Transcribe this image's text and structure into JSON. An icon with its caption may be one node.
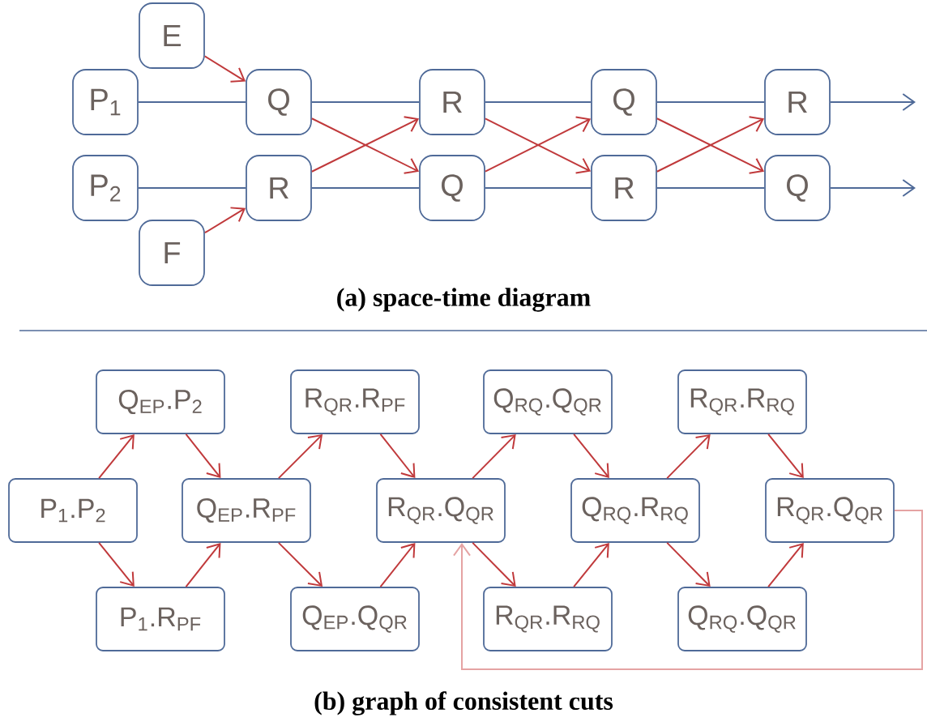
{
  "diagram": {
    "nodes": [
      {
        "text": [
          "E"
        ]
      },
      {
        "text": [
          "P$_{1}$"
        ]
      },
      {
        "text": [
          "P$_{2}$"
        ]
      },
      {
        "text": [
          "F"
        ]
      },
      {
        "text": [
          "Q"
        ]
      },
      {
        "text": [
          "R"
        ]
      },
      {
        "text": [
          "R"
        ]
      },
      {
        "text": [
          "Q"
        ]
      },
      {
        "text": [
          "Q"
        ]
      },
      {
        "text": [
          "R"
        ]
      },
      {
        "text": [
          "R"
        ]
      },
      {
        "text": [
          "Q"
        ]
      },
      {
        "text": [
          "Q$_{EP}$.P$_{2}$"
        ]
      },
      {
        "text": [
          "R$_{QR}$.R$_{PF}$"
        ]
      },
      {
        "text": [
          "Q$_{RQ}$.Q$_{QR}$"
        ]
      },
      {
        "text": [
          "R$_{QR}$.R$_{RQ}$"
        ]
      },
      {
        "text": [
          "P$_{1}$.P$_{2}$"
        ]
      },
      {
        "text": [
          "Q$_{EP}$.R$_{PF}$"
        ]
      },
      {
        "text": [
          "R$_{QR}$.Q$_{QR}$"
        ]
      },
      {
        "text": [
          "Q$_{RQ}$.R$_{RQ}$"
        ]
      },
      {
        "text": [
          "R$_{QR}$.Q$_{QR}$"
        ]
      },
      {
        "text": [
          "P$_{1}$.R$_{PF}$"
        ]
      },
      {
        "text": [
          "Q$_{EP}$.Q$_{QR}$"
        ]
      },
      {
        "text": [
          "R$_{QR}$.R$_{RQ}$"
        ]
      },
      {
        "text": [
          "Q$_{RQ}$.Q$_{QR}$"
        ]
      }
    ],
    "edges": [
      {
        "from": 1,
        "to": 4,
        "arrow": "none",
        "color": "#4f6a98"
      },
      {
        "from": 4,
        "to": 6,
        "arrow": "none",
        "color": "#4f6a98"
      },
      {
        "from": 6,
        "to": 8,
        "arrow": "none",
        "color": "#4f6a98"
      },
      {
        "from": 8,
        "to": 10,
        "arrow": "none",
        "color": "#4f6a98"
      },
      {
        "from": 10,
        "to": null,
        "arrow": "to",
        "color": "#4f6a98"
      },
      {
        "from": 2,
        "to": 5,
        "arrow": "none",
        "color": "#4f6a98"
      },
      {
        "from": 5,
        "to": 7,
        "arrow": "none",
        "color": "#4f6a98"
      },
      {
        "from": 7,
        "to": 9,
        "arrow": "none",
        "color": "#4f6a98"
      },
      {
        "from": 9,
        "to": 11,
        "arrow": "none",
        "color": "#4f6a98"
      },
      {
        "from": 11,
        "to": null,
        "arrow": "to",
        "color": "#4f6a98"
      },
      {
        "from": 0,
        "to": 4,
        "arrow": "to"
      },
      {
        "from": 3,
        "to": 5,
        "arrow": "to"
      },
      {
        "from": 4,
        "to": 7,
        "arrow": "to"
      },
      {
        "from": 5,
        "to": 6,
        "arrow": "to"
      },
      {
        "from": 6,
        "to": 9,
        "arrow": "to"
      },
      {
        "from": 7,
        "to": 8,
        "arrow": "to"
      },
      {
        "from": 8,
        "to": 11,
        "arrow": "to"
      },
      {
        "from": 9,
        "to": 10,
        "arrow": "to"
      },
      {
        "from": 16,
        "to": 12,
        "arrow": "to"
      },
      {
        "from": 16,
        "to": 21,
        "arrow": "to"
      },
      {
        "from": 12,
        "to": 17,
        "arrow": "to"
      },
      {
        "from": 21,
        "to": 17,
        "arrow": "to"
      },
      {
        "from": 17,
        "to": 13,
        "arrow": "to"
      },
      {
        "from": 17,
        "to": 22,
        "arrow": "to"
      },
      {
        "from": 13,
        "to": 18,
        "arrow": "to"
      },
      {
        "from": 22,
        "to": 18,
        "arrow": "to"
      },
      {
        "from": 18,
        "to": 14,
        "arrow": "to"
      },
      {
        "from": 18,
        "to": 23,
        "arrow": "to"
      },
      {
        "from": 14,
        "to": 19,
        "arrow": "to"
      },
      {
        "from": 23,
        "to": 19,
        "arrow": "to"
      },
      {
        "from": 19,
        "to": 15,
        "arrow": "to"
      },
      {
        "from": 19,
        "to": 24,
        "arrow": "to"
      },
      {
        "from": 15,
        "to": 20,
        "arrow": "to"
      },
      {
        "from": 24,
        "to": 20,
        "arrow": "to"
      },
      {
        "from": 20,
        "to": 18,
        "arrow": "to",
        "color": "#e5a3a3"
      }
    ],
    "labels": [
      "(a) space-time diagram",
      "(b) graph of consistent cuts"
    ]
  }
}
